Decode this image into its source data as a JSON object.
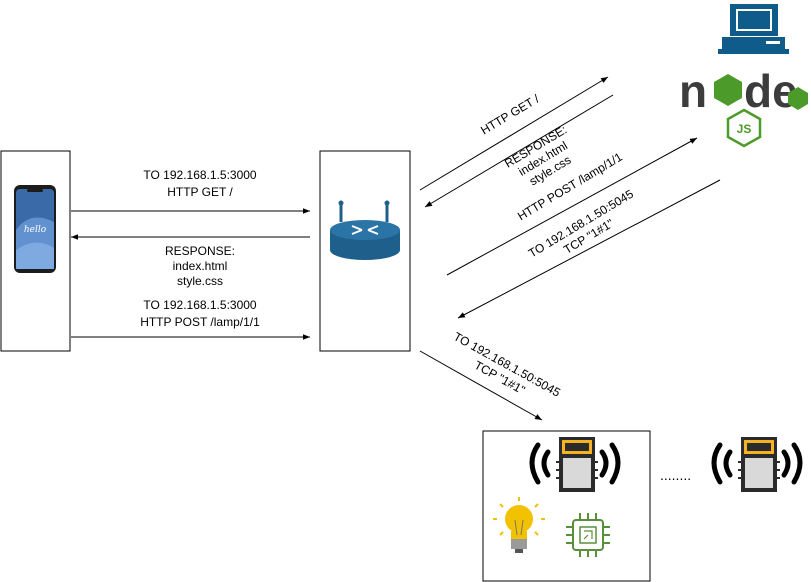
{
  "phone_to_router_1": {
    "line1": "TO 192.168.1.5:3000",
    "line2": "HTTP GET /"
  },
  "router_to_phone": {
    "line1": "RESPONSE:",
    "line2": "index.html",
    "line3": "style.css"
  },
  "phone_to_router_2": {
    "line1": "TO 192.168.1.5:3000",
    "line2": "HTTP POST /lamp/1/1"
  },
  "router_to_server_get": "HTTP GET /",
  "server_to_router_response": {
    "line1": "RESPONSE:",
    "line2": "index.html",
    "line3": "style.css"
  },
  "router_to_server_post": "HTTP POST /lamp/1/1",
  "server_to_router_tcp": {
    "line1": "TO 192.168.1.50:5045",
    "line2": "TCP \"1#1\""
  },
  "router_to_device_tcp": {
    "line1": "TO 192.168.1.50:5045",
    "line2": "TCP \"1#1\""
  },
  "device_ellipsis": "........",
  "phone_screen_text": "hello",
  "node_logo": {
    "text_n": "n",
    "text_de": "de",
    "js": "JS"
  },
  "colors": {
    "router": "#1f5f8b",
    "server": "#0f5b8a",
    "node_green": "#4c9a2a",
    "chip": "#5a8f3a",
    "bulb": "#f2c200"
  }
}
